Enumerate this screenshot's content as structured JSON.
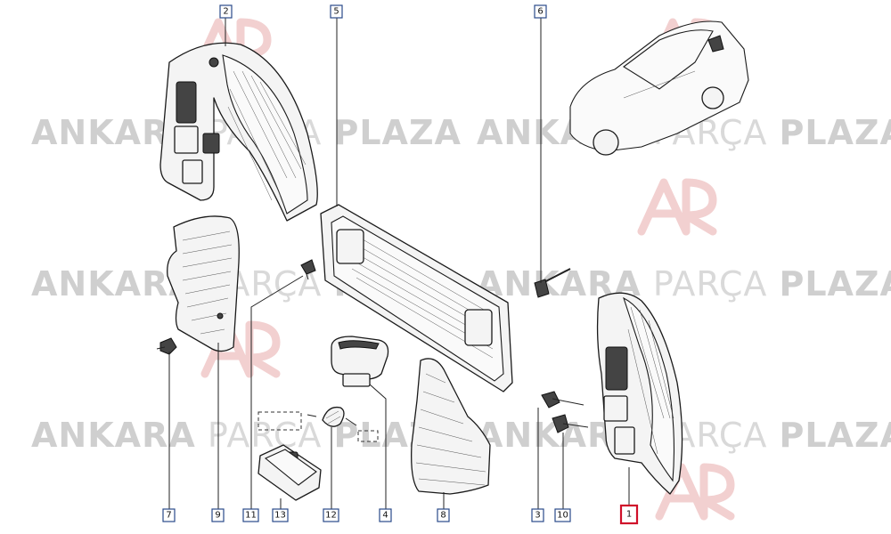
{
  "watermark": {
    "word1": "ANKARA",
    "word2": "PARÇA",
    "word3": "PLAZA"
  },
  "callouts": [
    {
      "id": "c2",
      "label": "2",
      "highlight": false
    },
    {
      "id": "c5",
      "label": "5",
      "highlight": false
    },
    {
      "id": "c6",
      "label": "6",
      "highlight": false
    },
    {
      "id": "c7",
      "label": "7",
      "highlight": false
    },
    {
      "id": "c9",
      "label": "9",
      "highlight": false
    },
    {
      "id": "c11",
      "label": "11",
      "highlight": false
    },
    {
      "id": "c13",
      "label": "13",
      "highlight": false
    },
    {
      "id": "c12",
      "label": "12",
      "highlight": false
    },
    {
      "id": "c4",
      "label": "4",
      "highlight": false
    },
    {
      "id": "c8",
      "label": "8",
      "highlight": false
    },
    {
      "id": "c3",
      "label": "3",
      "highlight": false
    },
    {
      "id": "c10",
      "label": "10",
      "highlight": false
    },
    {
      "id": "c1",
      "label": "1",
      "highlight": true
    }
  ],
  "colors": {
    "callout_border": "#2a4a8a",
    "highlight_border": "#d0102a",
    "watermark_text": "#d9d9d9",
    "watermark_logo": "#f2d0d0"
  }
}
